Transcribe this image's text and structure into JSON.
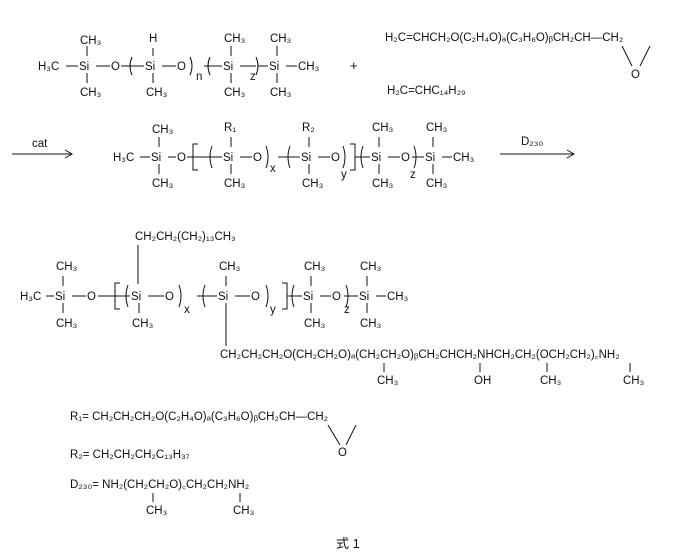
{
  "reactant1": {
    "h3c": "H₃C",
    "si": "Si",
    "o": "O",
    "ch3": "CH₃",
    "h": "H",
    "n": "n",
    "z": "z"
  },
  "plus": "+",
  "reactant2": "H₂C=CHCH₂O(C₂H₄O)ₐ(C₃H₆O)ᵦCH₂CH—CH₂",
  "reactant2_o": "O",
  "reactant3": "H₂C=CHC₁₄H₂₉",
  "catalyst": "cat",
  "reagent": "D₂₃₀",
  "intermediate": {
    "r1": "R₁",
    "r2": "R₂",
    "x": "x",
    "y": "y",
    "z": "z"
  },
  "product": {
    "top_chain": "CH₂CH₂(CH₂)₁₃CH₃",
    "bottom_chain": "CH₂CH₂CH₂O(CH₂CH₂O)ₐ(CH₂CH₂O)ᵦCH₂CHCH₂NHCH₂CH₂(OCH₂CH₂)꜀NH₂",
    "ch3_1": "CH₃",
    "oh": "OH",
    "ch3_2": "CH₃",
    "ch3_3": "CH₃",
    "x": "x",
    "y": "y",
    "z": "z"
  },
  "definitions": {
    "r1": "R₁= CH₂CH₂CH₂O(C₂H₄O)ₐ(C₃H₆O)ᵦCH₂CH—CH₂",
    "r1_o": "O",
    "r2": "R₂= CH₂CH₂CH₂C₁₃H₃₇",
    "d230": "D₂₃₀= NH₂(CH₂CH₂O)꜀CH₂CH₂NH₂",
    "d230_ch3_1": "CH₃",
    "d230_ch3_2": "CH₃"
  },
  "caption": "式 1"
}
